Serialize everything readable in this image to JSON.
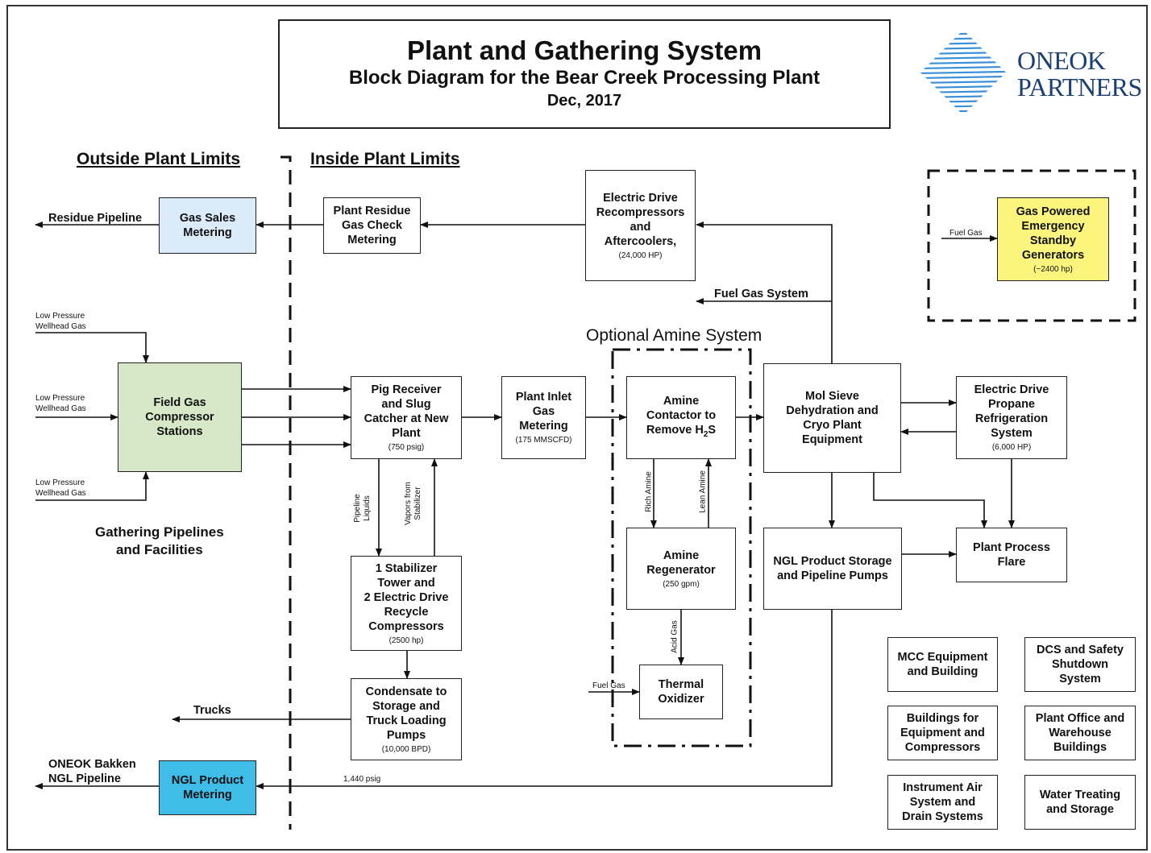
{
  "title": {
    "main": "Plant and Gathering System",
    "subtitle": "Block Diagram for the Bear Creek Processing Plant",
    "date": "Dec, 2017"
  },
  "logo": {
    "line1": "ONEOK",
    "line2": "PARTNERS"
  },
  "headings": {
    "outside": "Outside Plant Limits",
    "inside": "Inside Plant Limits",
    "optional_amine": "Optional Amine System"
  },
  "boxes": {
    "gas_sales": {
      "line1": "Gas Sales",
      "line2": "Metering"
    },
    "residue_check": {
      "line1": "Plant Residue",
      "line2": "Gas Check",
      "line3": "Metering"
    },
    "recompressors": {
      "line1": "Electric Drive",
      "line2": "Recompressors",
      "line3": "and",
      "line4": "Aftercoolers,",
      "sub": "(24,000 HP)"
    },
    "generators": {
      "line1": "Gas Powered",
      "line2": "Emergency",
      "line3": "Standby",
      "line4": "Generators",
      "sub": "(~2400 hp)"
    },
    "field_gas": {
      "line1": "Field Gas",
      "line2": "Compressor",
      "line3": "Stations"
    },
    "pig_receiver": {
      "line1": "Pig Receiver",
      "line2": "and Slug",
      "line3": "Catcher at New",
      "line4": "Plant",
      "sub": "(750 psig)"
    },
    "inlet_metering": {
      "line1": "Plant Inlet",
      "line2": "Gas",
      "line3": "Metering",
      "sub": "(175 MMSCFD)"
    },
    "amine_contactor": {
      "line1": "Amine",
      "line2": "Contactor to",
      "line3": "Remove H",
      "line3_sub": "2",
      "line3_end": "S"
    },
    "mol_sieve": {
      "line1": "Mol Sieve",
      "line2": "Dehydration and",
      "line3": "Cryo Plant",
      "line4": "Equipment"
    },
    "propane": {
      "line1": "Electric Drive",
      "line2": "Propane",
      "line3": "Refrigeration",
      "line4": "System",
      "sub": "(6,000 HP)"
    },
    "stabilizer": {
      "line1": "1 Stabilizer",
      "line2": "Tower and",
      "line3": "2 Electric Drive",
      "line4": "Recycle",
      "line5": "Compressors",
      "sub": "(2500 hp)"
    },
    "amine_regen": {
      "line1": "Amine",
      "line2": "Regenerator",
      "sub": "(250 gpm)"
    },
    "ngl_storage": {
      "line1": "NGL Product Storage",
      "line2": "and Pipeline Pumps"
    },
    "flare": {
      "line1": "Plant Process",
      "line2": "Flare"
    },
    "thermal_oxidizer": {
      "line1": "Thermal",
      "line2": "Oxidizer"
    },
    "condensate": {
      "line1": "Condensate to",
      "line2": "Storage and",
      "line3": "Truck Loading",
      "line4": "Pumps",
      "sub": "(10,000 BPD)"
    },
    "ngl_metering": {
      "line1": "NGL Product",
      "line2": "Metering"
    },
    "mcc": {
      "line1": "MCC Equipment",
      "line2": "and Building"
    },
    "dcs": {
      "line1": "DCS and Safety",
      "line2": "Shutdown",
      "line3": "System"
    },
    "buildings": {
      "line1": "Buildings for",
      "line2": "Equipment and",
      "line3": "Compressors"
    },
    "office": {
      "line1": "Plant Office and",
      "line2": "Warehouse",
      "line3": "Buildings"
    },
    "instrument_air": {
      "line1": "Instrument Air",
      "line2": "System and",
      "line3": "Drain Systems"
    },
    "water": {
      "line1": "Water Treating",
      "line2": "and Storage"
    }
  },
  "labels": {
    "residue_pipeline": "Residue Pipeline",
    "fuel_gas_system": "Fuel Gas System",
    "fuel_gas_gen": "Fuel Gas",
    "fuel_gas_ox": "Fuel Gas",
    "lp_gas_1": {
      "line1": "Low Pressure",
      "line2": "Wellhead Gas"
    },
    "lp_gas_2": {
      "line1": "Low Pressure",
      "line2": "Wellhead Gas"
    },
    "lp_gas_3": {
      "line1": "Low Pressure",
      "line2": "Wellhead Gas"
    },
    "gathering": {
      "line1": "Gathering Pipelines",
      "line2": "and Facilities"
    },
    "pipeline_liquids": {
      "line1": "Pipeline",
      "line2": "Liquids"
    },
    "vapors_stabilizer": {
      "line1": "Vapors from",
      "line2": "Stabilizer"
    },
    "rich_amine": "Rich Amine",
    "lean_amine": "Lean Amine",
    "acid_gas": "Acid Gas",
    "trucks": "Trucks",
    "bakken": {
      "line1": "ONEOK Bakken",
      "line2": "NGL Pipeline"
    },
    "psig": "1,440 psig"
  },
  "colors": {
    "gas_sales": "#dcebfa",
    "generators": "#fbf57e",
    "field_gas": "#d6e8c8",
    "ngl_metering": "#3fbde8",
    "logo": "#1a3f73"
  }
}
